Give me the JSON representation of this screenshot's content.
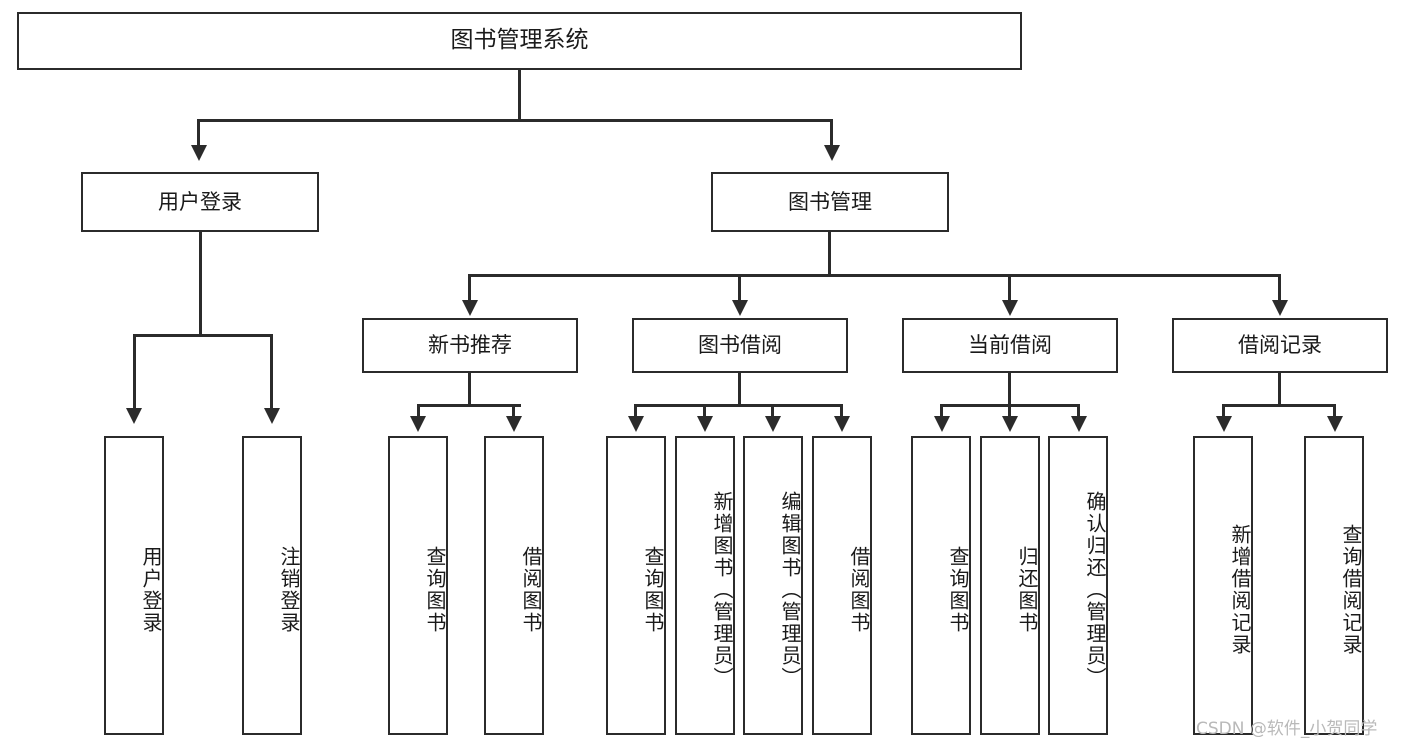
{
  "diagram": {
    "title": "图书管理系统",
    "type": "functional-structure-tree",
    "root": {
      "label": "图书管理系统",
      "children": [
        {
          "label": "用户登录",
          "children": [
            {
              "label": "用户登录"
            },
            {
              "label": "注销登录"
            }
          ]
        },
        {
          "label": "图书管理",
          "children": [
            {
              "label": "新书推荐",
              "children": [
                {
                  "label": "查询图书"
                },
                {
                  "label": "借阅图书"
                }
              ]
            },
            {
              "label": "图书借阅",
              "children": [
                {
                  "label": "查询图书"
                },
                {
                  "label": "新增图书（管理员）"
                },
                {
                  "label": "编辑图书（管理员）"
                },
                {
                  "label": "借阅图书"
                }
              ]
            },
            {
              "label": "当前借阅",
              "children": [
                {
                  "label": "查询图书"
                },
                {
                  "label": "归还图书"
                },
                {
                  "label": "确认归还（管理员）"
                }
              ]
            },
            {
              "label": "借阅记录",
              "children": [
                {
                  "label": "新增借阅记录"
                },
                {
                  "label": "查询借阅记录"
                }
              ]
            }
          ]
        }
      ]
    },
    "nodes": {
      "root": "图书管理系统",
      "user_login": "用户登录",
      "book_manage": "图书管理",
      "new_book_rec": "新书推荐",
      "book_borrow": "图书借阅",
      "current_borrow": "当前借阅",
      "borrow_record": "借阅记录",
      "leaf_user_login": "用户登录",
      "leaf_logout": "注销登录",
      "leaf_query_book_a": "查询图书",
      "leaf_borrow_book_a": "借阅图书",
      "leaf_query_book_b": "查询图书",
      "leaf_add_book": "新增图书（管理员）",
      "leaf_edit_book": "编辑图书（管理员）",
      "leaf_borrow_book_b": "借阅图书",
      "leaf_query_book_c": "查询图书",
      "leaf_return_book": "归还图书",
      "leaf_confirm_return": "确认归还（管理员）",
      "leaf_add_record": "新增借阅记录",
      "leaf_query_record": "查询借阅记录"
    },
    "watermark": "CSDN @软件_小贺同学",
    "colors": {
      "stroke": "#2b2b2b",
      "fill": "#ffffff",
      "text": "#1a1a1a",
      "watermark": "#b9b9b9"
    }
  }
}
